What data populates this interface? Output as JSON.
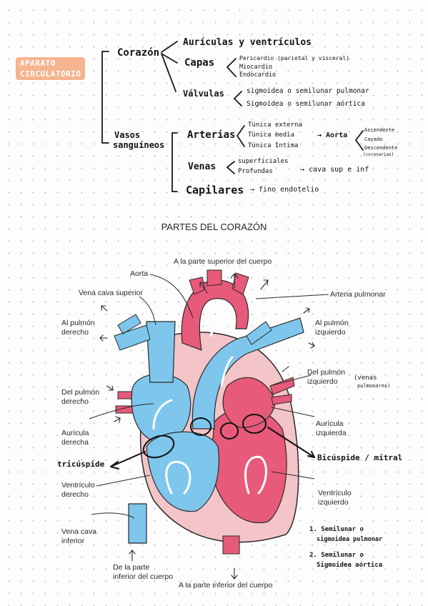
{
  "title": {
    "line1": "APARATO",
    "line2": "CIRCULATORIO"
  },
  "outline": {
    "corazon": "Corazón",
    "auriculas": "Aurículas y ventrículos",
    "capas": "Capas",
    "pericardio": "Pericardio (parietal y visceral)",
    "miocardio": "Miocardio",
    "endocardio": "Endocardio",
    "valvulas": "Válvulas",
    "sig_pulmonar": "sigmoidea o semilunar pulmonar",
    "sig_aortica": "Sigmoidea o semilunar aórtica",
    "vasos_1": "Vasos",
    "vasos_2": "sanguíneos",
    "arterias": "Arterias",
    "tunica_externa": "Túnica externa",
    "tunica_media": "Túnica media",
    "tunica_intima": "Túnica Intima",
    "aorta": "→ Aorta",
    "ascendente": "Ascendente",
    "cayado": "Cayado",
    "descendente": "Descendente",
    "coronarias": "(coronarias)",
    "venas": "Venas",
    "superficiales": "superficiales",
    "profundas": "Profundas",
    "cava": "→ cava sup e inf",
    "capilares": "Capilares",
    "fino": "→ fino endotelio"
  },
  "diagram": {
    "heading": "PARTES DEL CORAZÓN",
    "labels": {
      "superior_cuerpo": "A la parte superior del cuerpo",
      "aorta": "Aorta",
      "vena_cava_sup": "Vena cava superior",
      "arteria_pulmonar": "Arteria pulmonar",
      "al_pulmon_der_1": "Al pulmón",
      "al_pulmon_der_2": "derecho",
      "al_pulmon_izq_1": "Al pulmón",
      "al_pulmon_izq_2": "izquierdo",
      "del_pulmon_izq_1": "Del pulmón",
      "del_pulmon_izq_2": "izquierdo",
      "venas_pulm_1": "(venas",
      "venas_pulm_2": "pulmonares)",
      "del_pulmon_der_1": "Del pulmón",
      "del_pulmon_der_2": "derecho",
      "auricula_der_1": "Aurícula",
      "auricula_der_2": "derecha",
      "auricula_izq_1": "Aurícula",
      "auricula_izq_2": "izquierda",
      "tricuspide": "tricúspide",
      "bicuspide": "Bicúspide / mitral",
      "ventriculo_der_1": "Ventrículo",
      "ventriculo_der_2": "derecho",
      "ventriculo_izq_1": "Ventrículo",
      "ventriculo_izq_2": "izquierdo",
      "vena_cava_inf_1": "Vena cava",
      "vena_cava_inf_2": "inferior",
      "de_inferior_1": "De la parte",
      "de_inferior_2": "inferior del cuerpo",
      "inferior_cuerpo": "A la parte inferior del cuerpo",
      "nota1_1": "1. Semilunar o",
      "nota1_2": "sigmoidea pulmonar",
      "nota2_1": "2. Semilunar o",
      "nota2_2": "Sigmoidea aórtica"
    }
  },
  "colors": {
    "title_bg": "#f6b48f",
    "blue": "#7ec6ec",
    "red": "#e85a7a",
    "pink_wall": "#f3c4c8"
  }
}
